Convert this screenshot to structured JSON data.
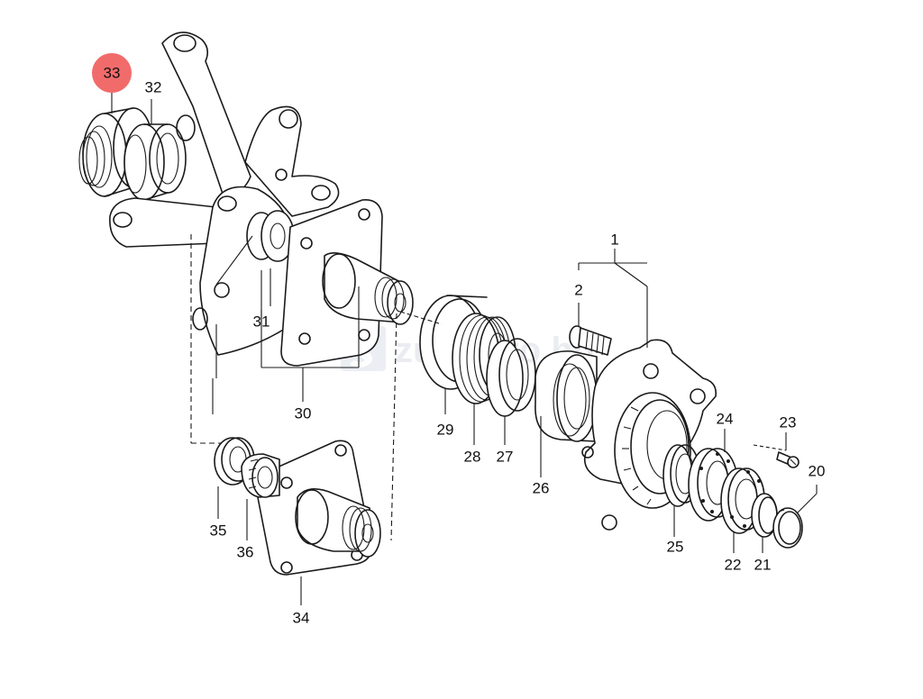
{
  "watermark": {
    "text": "zukiauto.hu",
    "color": "#d0d6df"
  },
  "highlight": {
    "label": "33",
    "color": "#f26b6b"
  },
  "labels": {
    "l1": "1",
    "l2": "2",
    "l20": "20",
    "l21": "21",
    "l22": "22",
    "l23": "23",
    "l24": "24",
    "l25": "25",
    "l26": "26",
    "l27": "27",
    "l28": "28",
    "l29": "29",
    "l30": "30",
    "l31": "31",
    "l32": "32",
    "l33": "33",
    "l34": "34",
    "l35": "35",
    "l36": "36"
  }
}
